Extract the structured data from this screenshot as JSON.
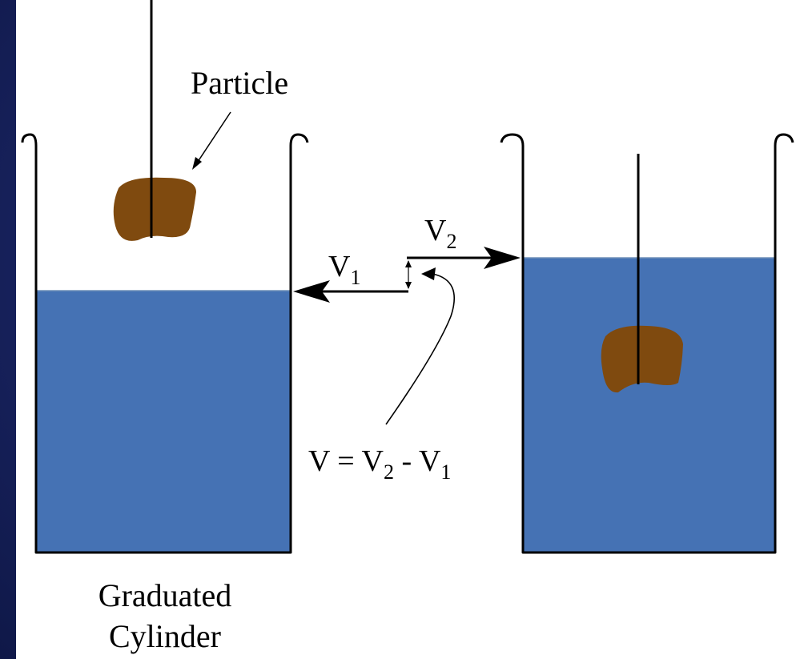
{
  "labels": {
    "particle": "Particle",
    "v1_main": "V",
    "v1_sub": "1",
    "v2_main": "V",
    "v2_sub": "2",
    "formula": {
      "v": "V",
      "eq": " = ",
      "v2": "V",
      "v2_sub": "2",
      "minus": " - ",
      "v1": "V",
      "v1_sub": "1"
    },
    "cylinder_line1": "Graduated",
    "cylinder_line2": "Cylinder"
  },
  "colors": {
    "water": "#4572b4",
    "particle": "#7f4a0f",
    "outline": "#000000",
    "background": "#1c2768"
  }
}
